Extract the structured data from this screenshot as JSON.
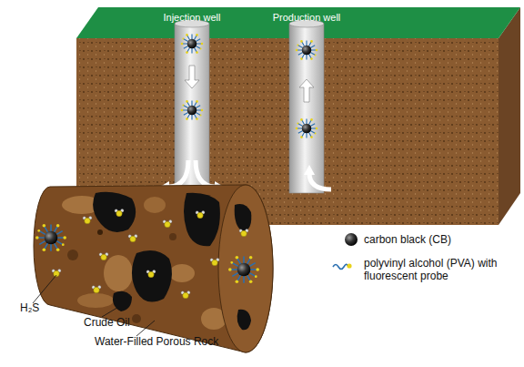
{
  "diagram": {
    "nodes": [
      {
        "text": [
          "Injection well"
        ]
      },
      {
        "text": [
          "Production well"
        ]
      }
    ],
    "labels": [
      "H₂S",
      "Crude Oil",
      "Water-Filled Porous Rock"
    ],
    "legend": [
      {
        "text": "carbon black (CB)"
      },
      {
        "text": "polyvinyl alcohol (PVA) with fluorescent probe"
      }
    ]
  }
}
